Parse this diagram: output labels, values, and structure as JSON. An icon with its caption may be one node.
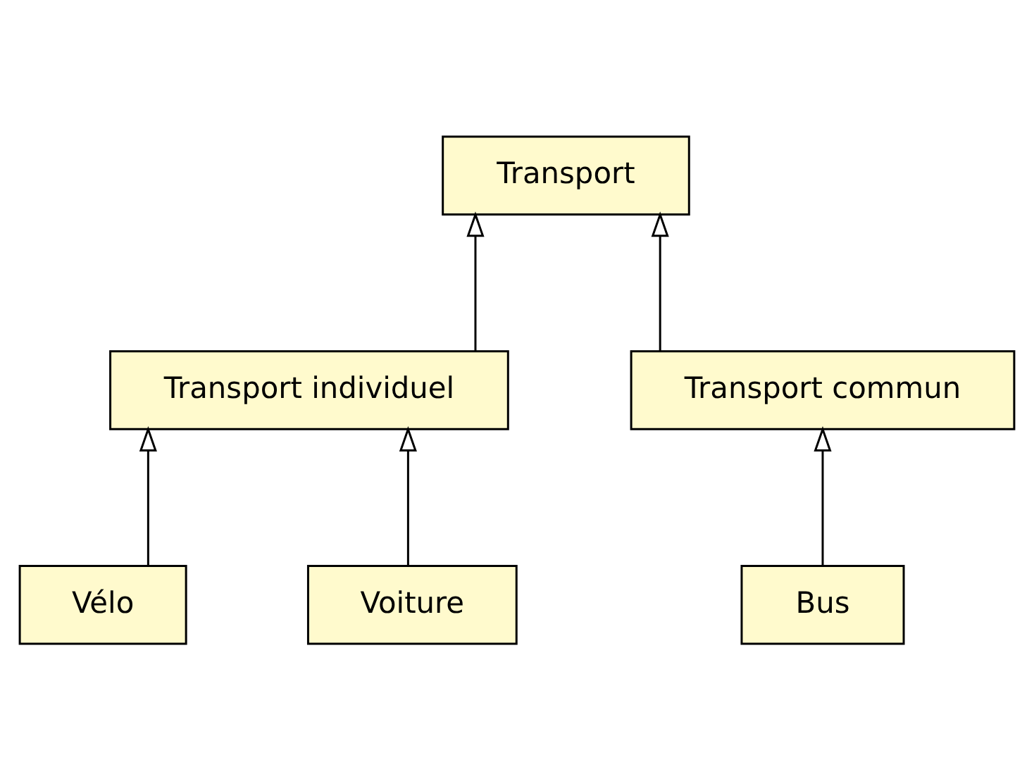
{
  "diagram": {
    "nodes": [
      {
        "text": [
          "Transport"
        ]
      },
      {
        "text": [
          "Transport individuel"
        ]
      },
      {
        "text": [
          "Transport commun"
        ]
      },
      {
        "text": [
          "Vélo"
        ]
      },
      {
        "text": [
          "Voiture"
        ]
      },
      {
        "text": [
          "Bus"
        ]
      }
    ],
    "edges": [
      {
        "from": 3,
        "to": 1,
        "arrow": "to"
      },
      {
        "from": 4,
        "to": 1,
        "arrow": "to"
      },
      {
        "from": 5,
        "to": 2,
        "arrow": "to"
      },
      {
        "from": 1,
        "to": 0,
        "arrow": "to"
      },
      {
        "from": 2,
        "to": 0,
        "arrow": "to"
      }
    ]
  }
}
